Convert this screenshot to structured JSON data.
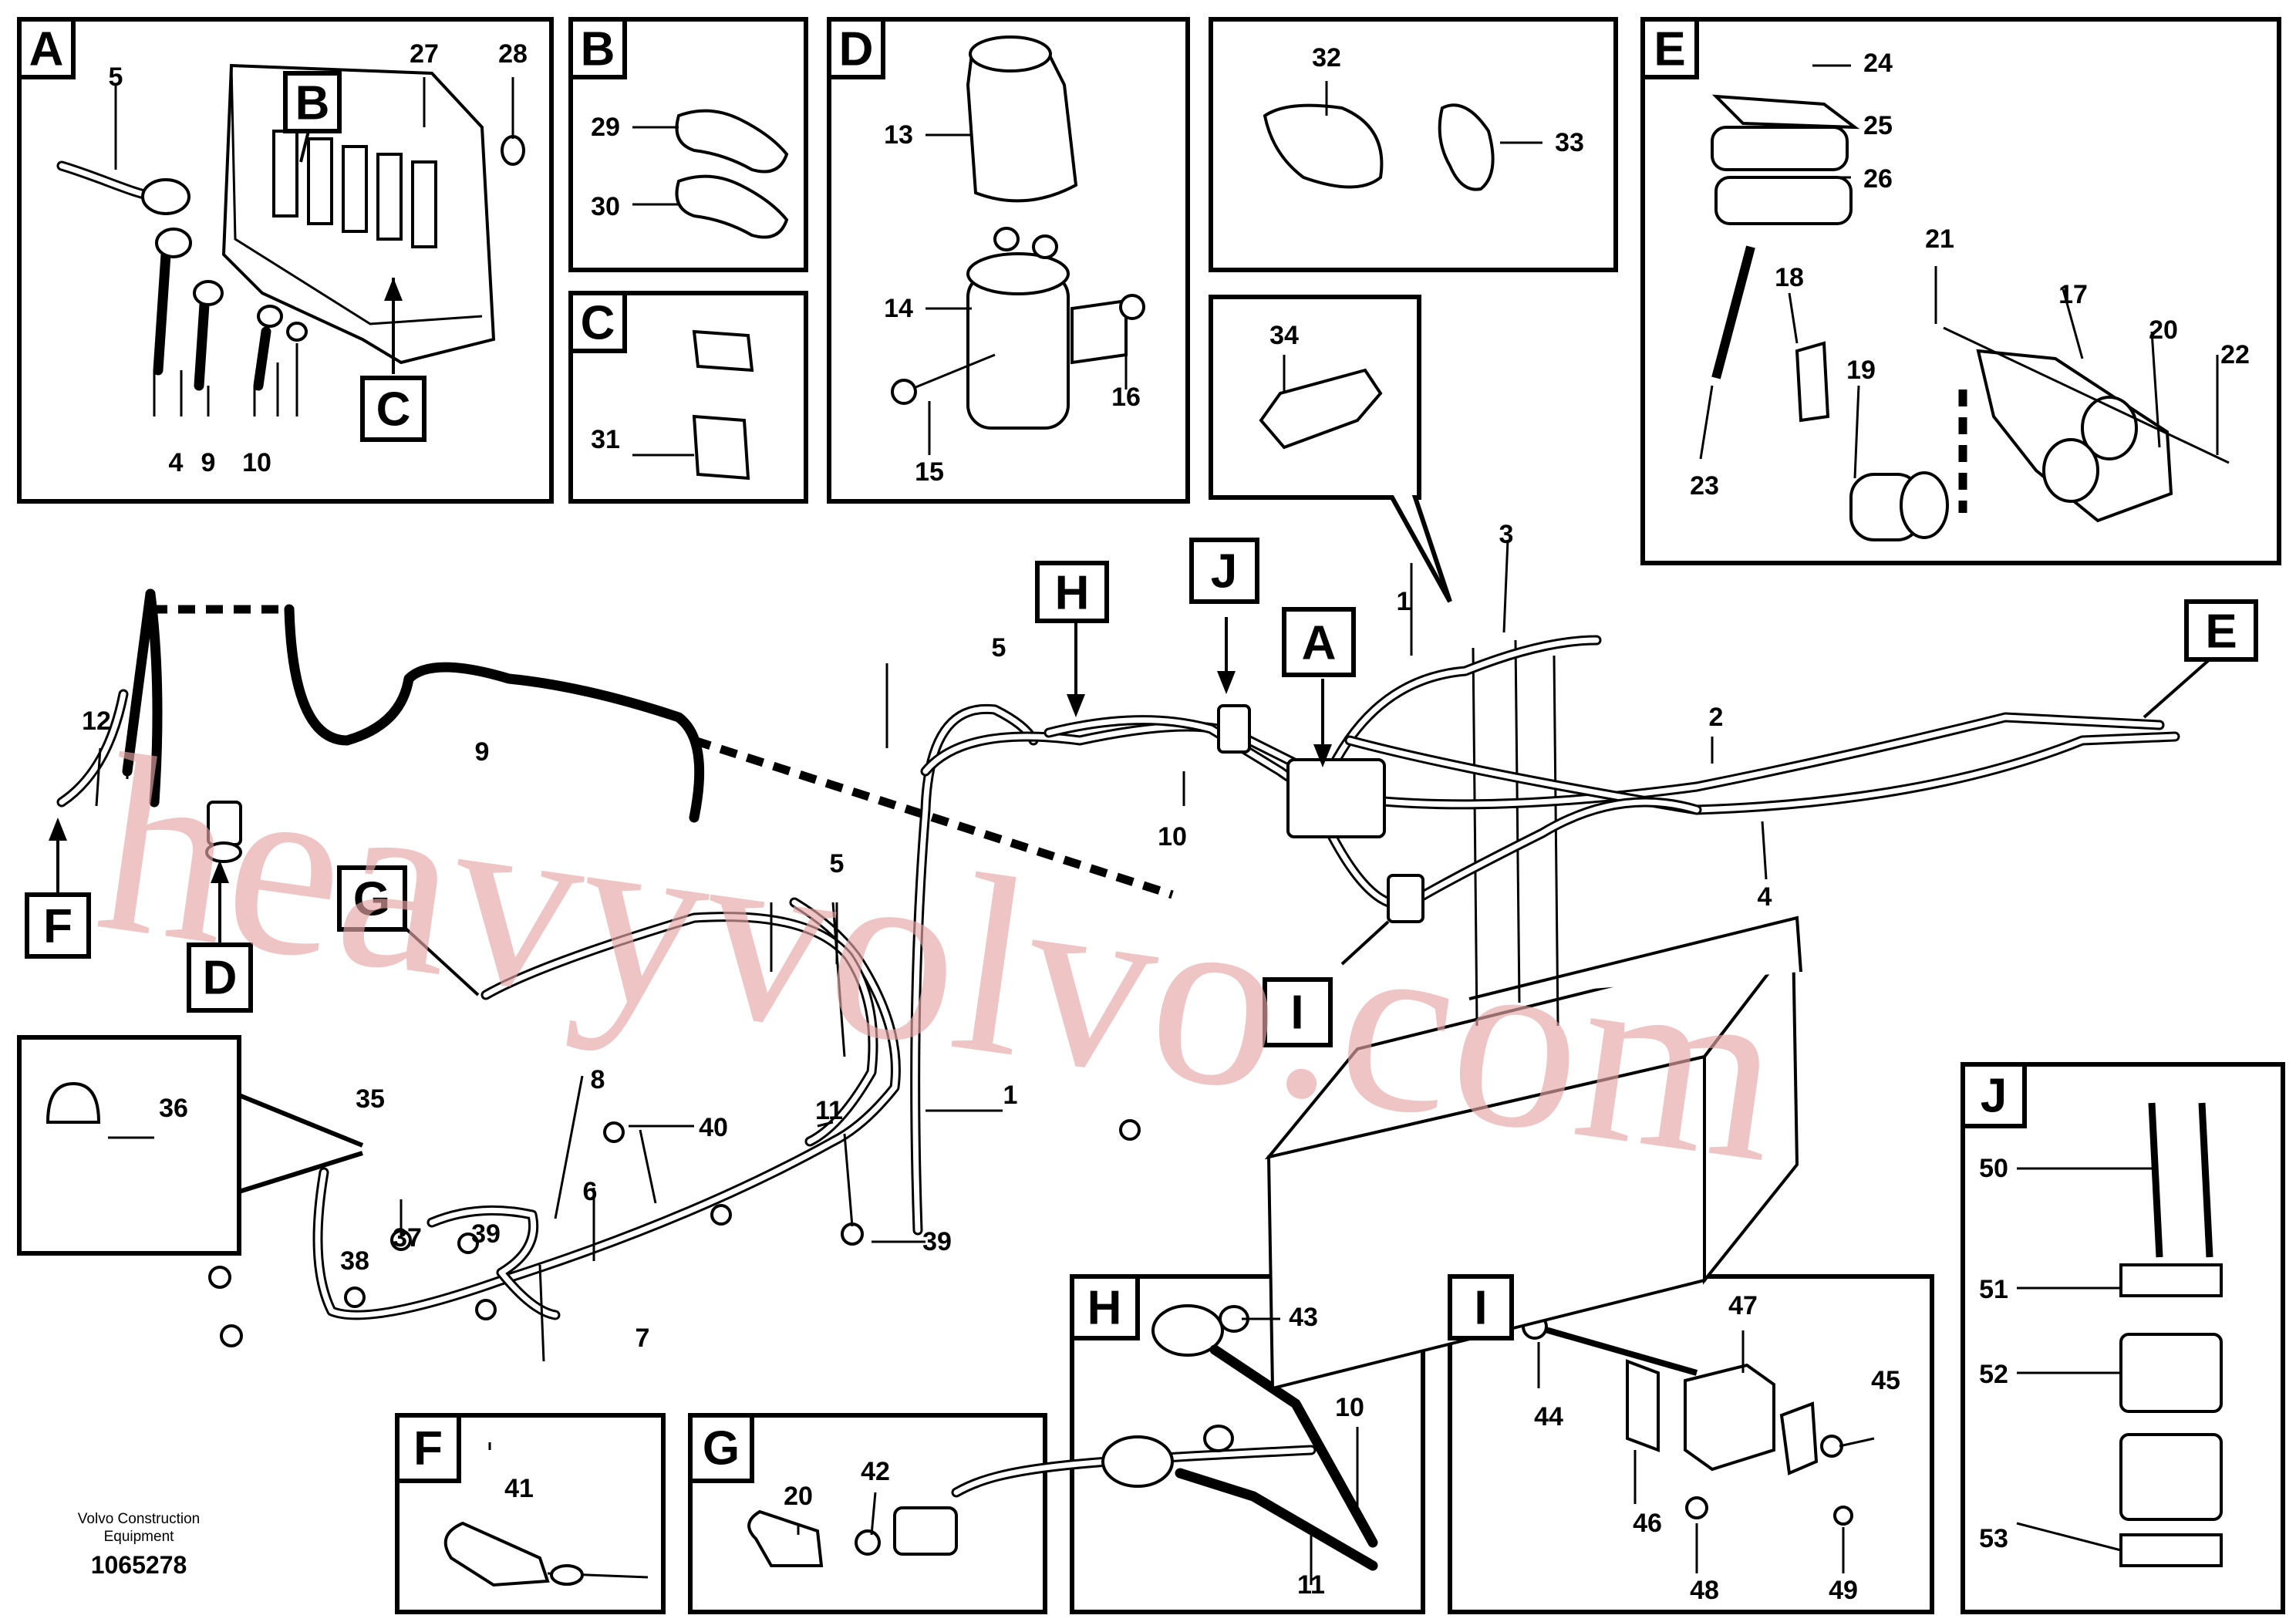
{
  "diagram": {
    "detail_tags": [
      "A",
      "B",
      "C",
      "D",
      "E",
      "F",
      "G",
      "H",
      "I",
      "J"
    ],
    "part_numbers": [
      "1",
      "2",
      "3",
      "4",
      "5",
      "6",
      "7",
      "8",
      "9",
      "10",
      "11",
      "12",
      "13",
      "14",
      "15",
      "16",
      "17",
      "18",
      "19",
      "20",
      "21",
      "22",
      "23",
      "24",
      "25",
      "26",
      "27",
      "28",
      "29",
      "30",
      "31",
      "32",
      "33",
      "34",
      "35",
      "36",
      "37",
      "38",
      "39",
      "40",
      "41",
      "42",
      "43",
      "44",
      "45",
      "46",
      "47",
      "48",
      "49",
      "50",
      "51",
      "52",
      "53"
    ]
  },
  "footer": {
    "company_line1": "Volvo Construction",
    "company_line2": "Equipment",
    "drawing_number": "1065278"
  },
  "watermark": "heavyvolvo.com"
}
